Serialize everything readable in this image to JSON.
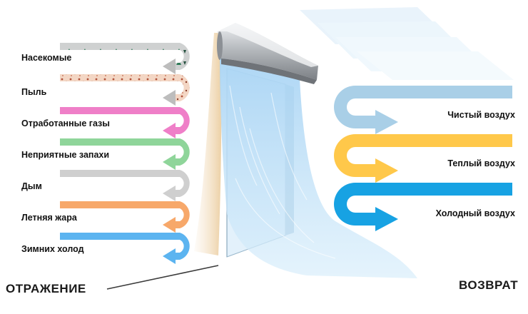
{
  "diagram": {
    "reflection_title": "ОТРАЖЕНИЕ",
    "return_title": "ВОЗВРАТ",
    "reflected_flows": [
      {
        "label": "Насекомые",
        "color": "#c8c8c8",
        "icon": "insect-pattern"
      },
      {
        "label": "Пыль",
        "color": "#f0cdb8",
        "icon": "dust-pattern"
      },
      {
        "label": "Отработанные газы",
        "color": "#ef7fc8",
        "icon": "u-turn-arrow"
      },
      {
        "label": "Неприятные запахи",
        "color": "#8fd59a",
        "icon": "u-turn-arrow"
      },
      {
        "label": "Дым",
        "color": "#cfcfcf",
        "icon": "u-turn-arrow"
      },
      {
        "label": "Летняя жара",
        "color": "#f7a86a",
        "icon": "u-turn-arrow"
      },
      {
        "label": "Зимних холод",
        "color": "#5cb4f0",
        "icon": "u-turn-arrow"
      }
    ],
    "returned_flows": [
      {
        "label": "Чистый воздух",
        "color": "#a9cfe7",
        "icon": "u-turn-arrow"
      },
      {
        "label": "Теплый воздух",
        "color": "#ffc84a",
        "icon": "u-turn-arrow"
      },
      {
        "label": "Холодный воздух",
        "color": "#17a2e3",
        "icon": "u-turn-arrow"
      }
    ],
    "device": {
      "name": "air-curtain",
      "curtain_color": "#bfe0f7",
      "body_color": "#b9bdc1"
    }
  }
}
